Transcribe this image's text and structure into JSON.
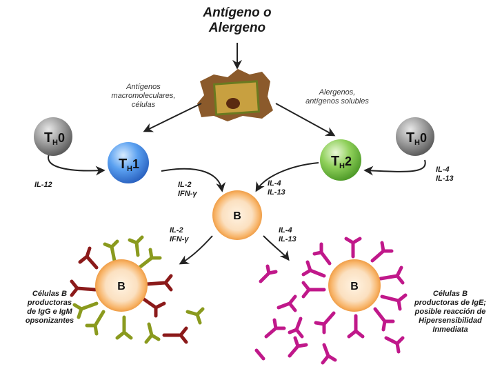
{
  "title": {
    "line1": "Antígeno o",
    "line2": "Alergeno"
  },
  "branches": {
    "left": {
      "line1": "Antígenos",
      "line2": "macromoleculares,",
      "line3": "células"
    },
    "right": {
      "line1": "Alergenos,",
      "line2": "antígenos solubles"
    }
  },
  "cells": {
    "th0_left": {
      "main": "T",
      "sub": "H",
      "suffix": "0"
    },
    "th1": {
      "main": "T",
      "sub": "H",
      "suffix": "1"
    },
    "th2": {
      "main": "T",
      "sub": "H",
      "suffix": "2"
    },
    "th0_right": {
      "main": "T",
      "sub": "H",
      "suffix": "0"
    },
    "b_center": "B",
    "b_left": "B",
    "b_right": "B"
  },
  "cytokines": {
    "il12": "IL-12",
    "th1_to_b": {
      "line1": "IL-2",
      "line2": "IFN-γ"
    },
    "th2_to_b": {
      "line1": "IL-4",
      "line2": "IL-13"
    },
    "th0_right": {
      "line1": "IL-4",
      "line2": "IL-13"
    },
    "b_to_left": {
      "line1": "IL-2",
      "line2": "IFN-γ"
    },
    "b_to_right": {
      "line1": "IL-4",
      "line2": "IL-13"
    }
  },
  "captions": {
    "left": {
      "line1": "Células B",
      "line2": "productoras",
      "line3": "de IgG e IgM",
      "line4": "opsonizantes"
    },
    "right": {
      "line1": "Células B",
      "line2": "productoras de IgE;",
      "line3": "posible reacción de",
      "line4": "Hipersensibilidad",
      "line5": "Inmediata"
    }
  },
  "colors": {
    "th0": "#8a8a8a",
    "th1": "#4d8fe0",
    "th2": "#7cc24a",
    "b_cell": "#f5a04a",
    "antigen": "#8b5a2b",
    "antibody_dark": "#8b1a1a",
    "antibody_olive": "#8a9a1e",
    "antibody_magenta": "#c0188a"
  }
}
